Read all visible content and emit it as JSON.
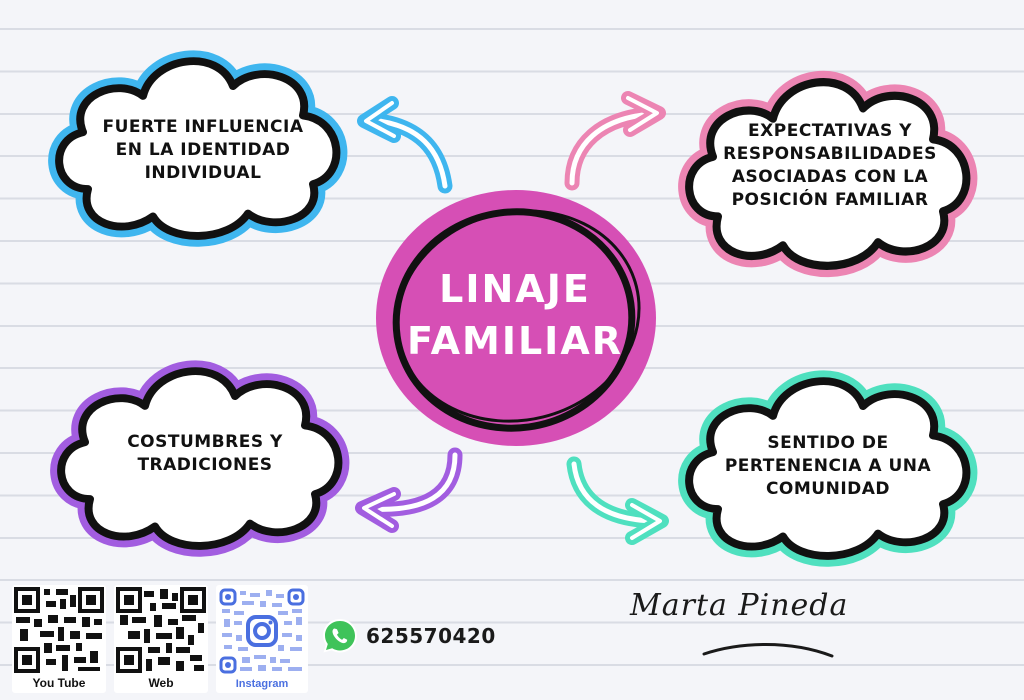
{
  "diagram": {
    "type": "mind-map",
    "center": {
      "title_lines": [
        "LINAJE",
        "FAMILIAR"
      ],
      "fill_color": "#d64fb5"
    },
    "nodes": [
      {
        "id": "top-left",
        "lines": [
          "FUERTE INFLUENCIA",
          "EN LA IDENTIDAD",
          "INDIVIDUAL"
        ],
        "border_color": "#3fb6ef"
      },
      {
        "id": "top-right",
        "lines": [
          "EXPECTATIVAS Y",
          "RESPONSABILIDADES",
          "ASOCIADAS CON LA",
          "POSICIÓN FAMILIAR"
        ],
        "border_color": "#ec85b3"
      },
      {
        "id": "bottom-left",
        "lines": [
          "COSTUMBRES Y",
          "TRADICIONES"
        ],
        "border_color": "#a25de0"
      },
      {
        "id": "bottom-right",
        "lines": [
          "SENTIDO DE",
          "PERTENENCIA A UNA",
          "COMUNIDAD"
        ],
        "border_color": "#4fe0bf"
      }
    ],
    "edges": [
      {
        "from": "center",
        "to": "top-left",
        "color": "#3fb6ef",
        "icon": "curved-arrow-icon"
      },
      {
        "from": "center",
        "to": "top-right",
        "color": "#ec85b3",
        "icon": "curved-arrow-icon"
      },
      {
        "from": "center",
        "to": "bottom-left",
        "color": "#a25de0",
        "icon": "curved-arrow-icon"
      },
      {
        "from": "center",
        "to": "bottom-right",
        "color": "#4fe0bf",
        "icon": "curved-arrow-icon"
      }
    ]
  },
  "footer": {
    "qr_codes": [
      {
        "label": "You Tube",
        "icon": "qr-code-icon",
        "color": "#111111"
      },
      {
        "label": "Web",
        "icon": "qr-code-icon",
        "color": "#111111"
      },
      {
        "label": "Instagram",
        "icon": "instagram-qr-code-icon",
        "color": "#4a6fe0"
      }
    ],
    "whatsapp": {
      "icon": "whatsapp-icon",
      "phone": "625570420",
      "color": "#3fc35a"
    },
    "signature": "Marta Pineda"
  },
  "colors": {
    "background": "#f4f5f9",
    "ruled_line": "#d9dce4",
    "outline": "#111111"
  }
}
